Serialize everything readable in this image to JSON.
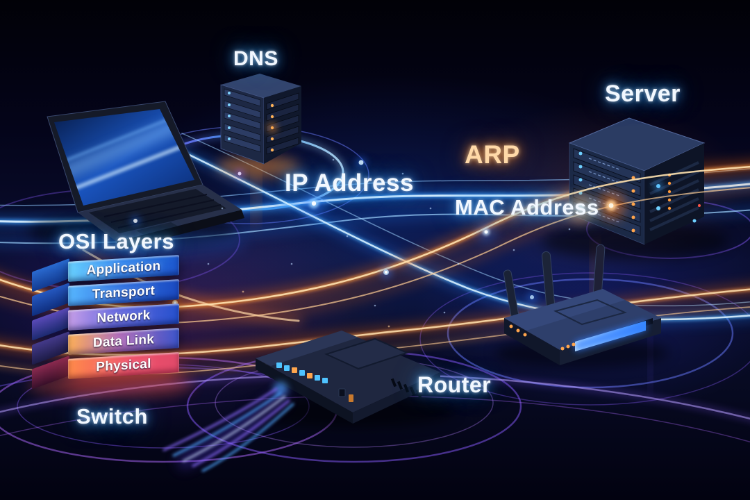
{
  "scene": {
    "type": "illustration",
    "description": "Glowing 3D network concept diagram on a dark reflective surface"
  },
  "labels": {
    "dns": "DNS",
    "server": "Server",
    "arp": "ARP",
    "mac_address": "MAC Address",
    "ip_address": "IP Address",
    "osi_layers_title": "OSI Layers",
    "switch": "Switch",
    "router": "Router"
  },
  "osi_stack": {
    "layers": [
      {
        "name": "Application"
      },
      {
        "name": "Transport"
      },
      {
        "name": "Network"
      },
      {
        "name": "Data Link"
      },
      {
        "name": "Physical"
      }
    ]
  },
  "colors": {
    "glow_blue": "#3fa9ff",
    "glow_orange": "#ff8c2a",
    "glow_purple": "#9a5cff",
    "text_white": "#f2f8ff",
    "arp_text": "#ffd9a8"
  }
}
